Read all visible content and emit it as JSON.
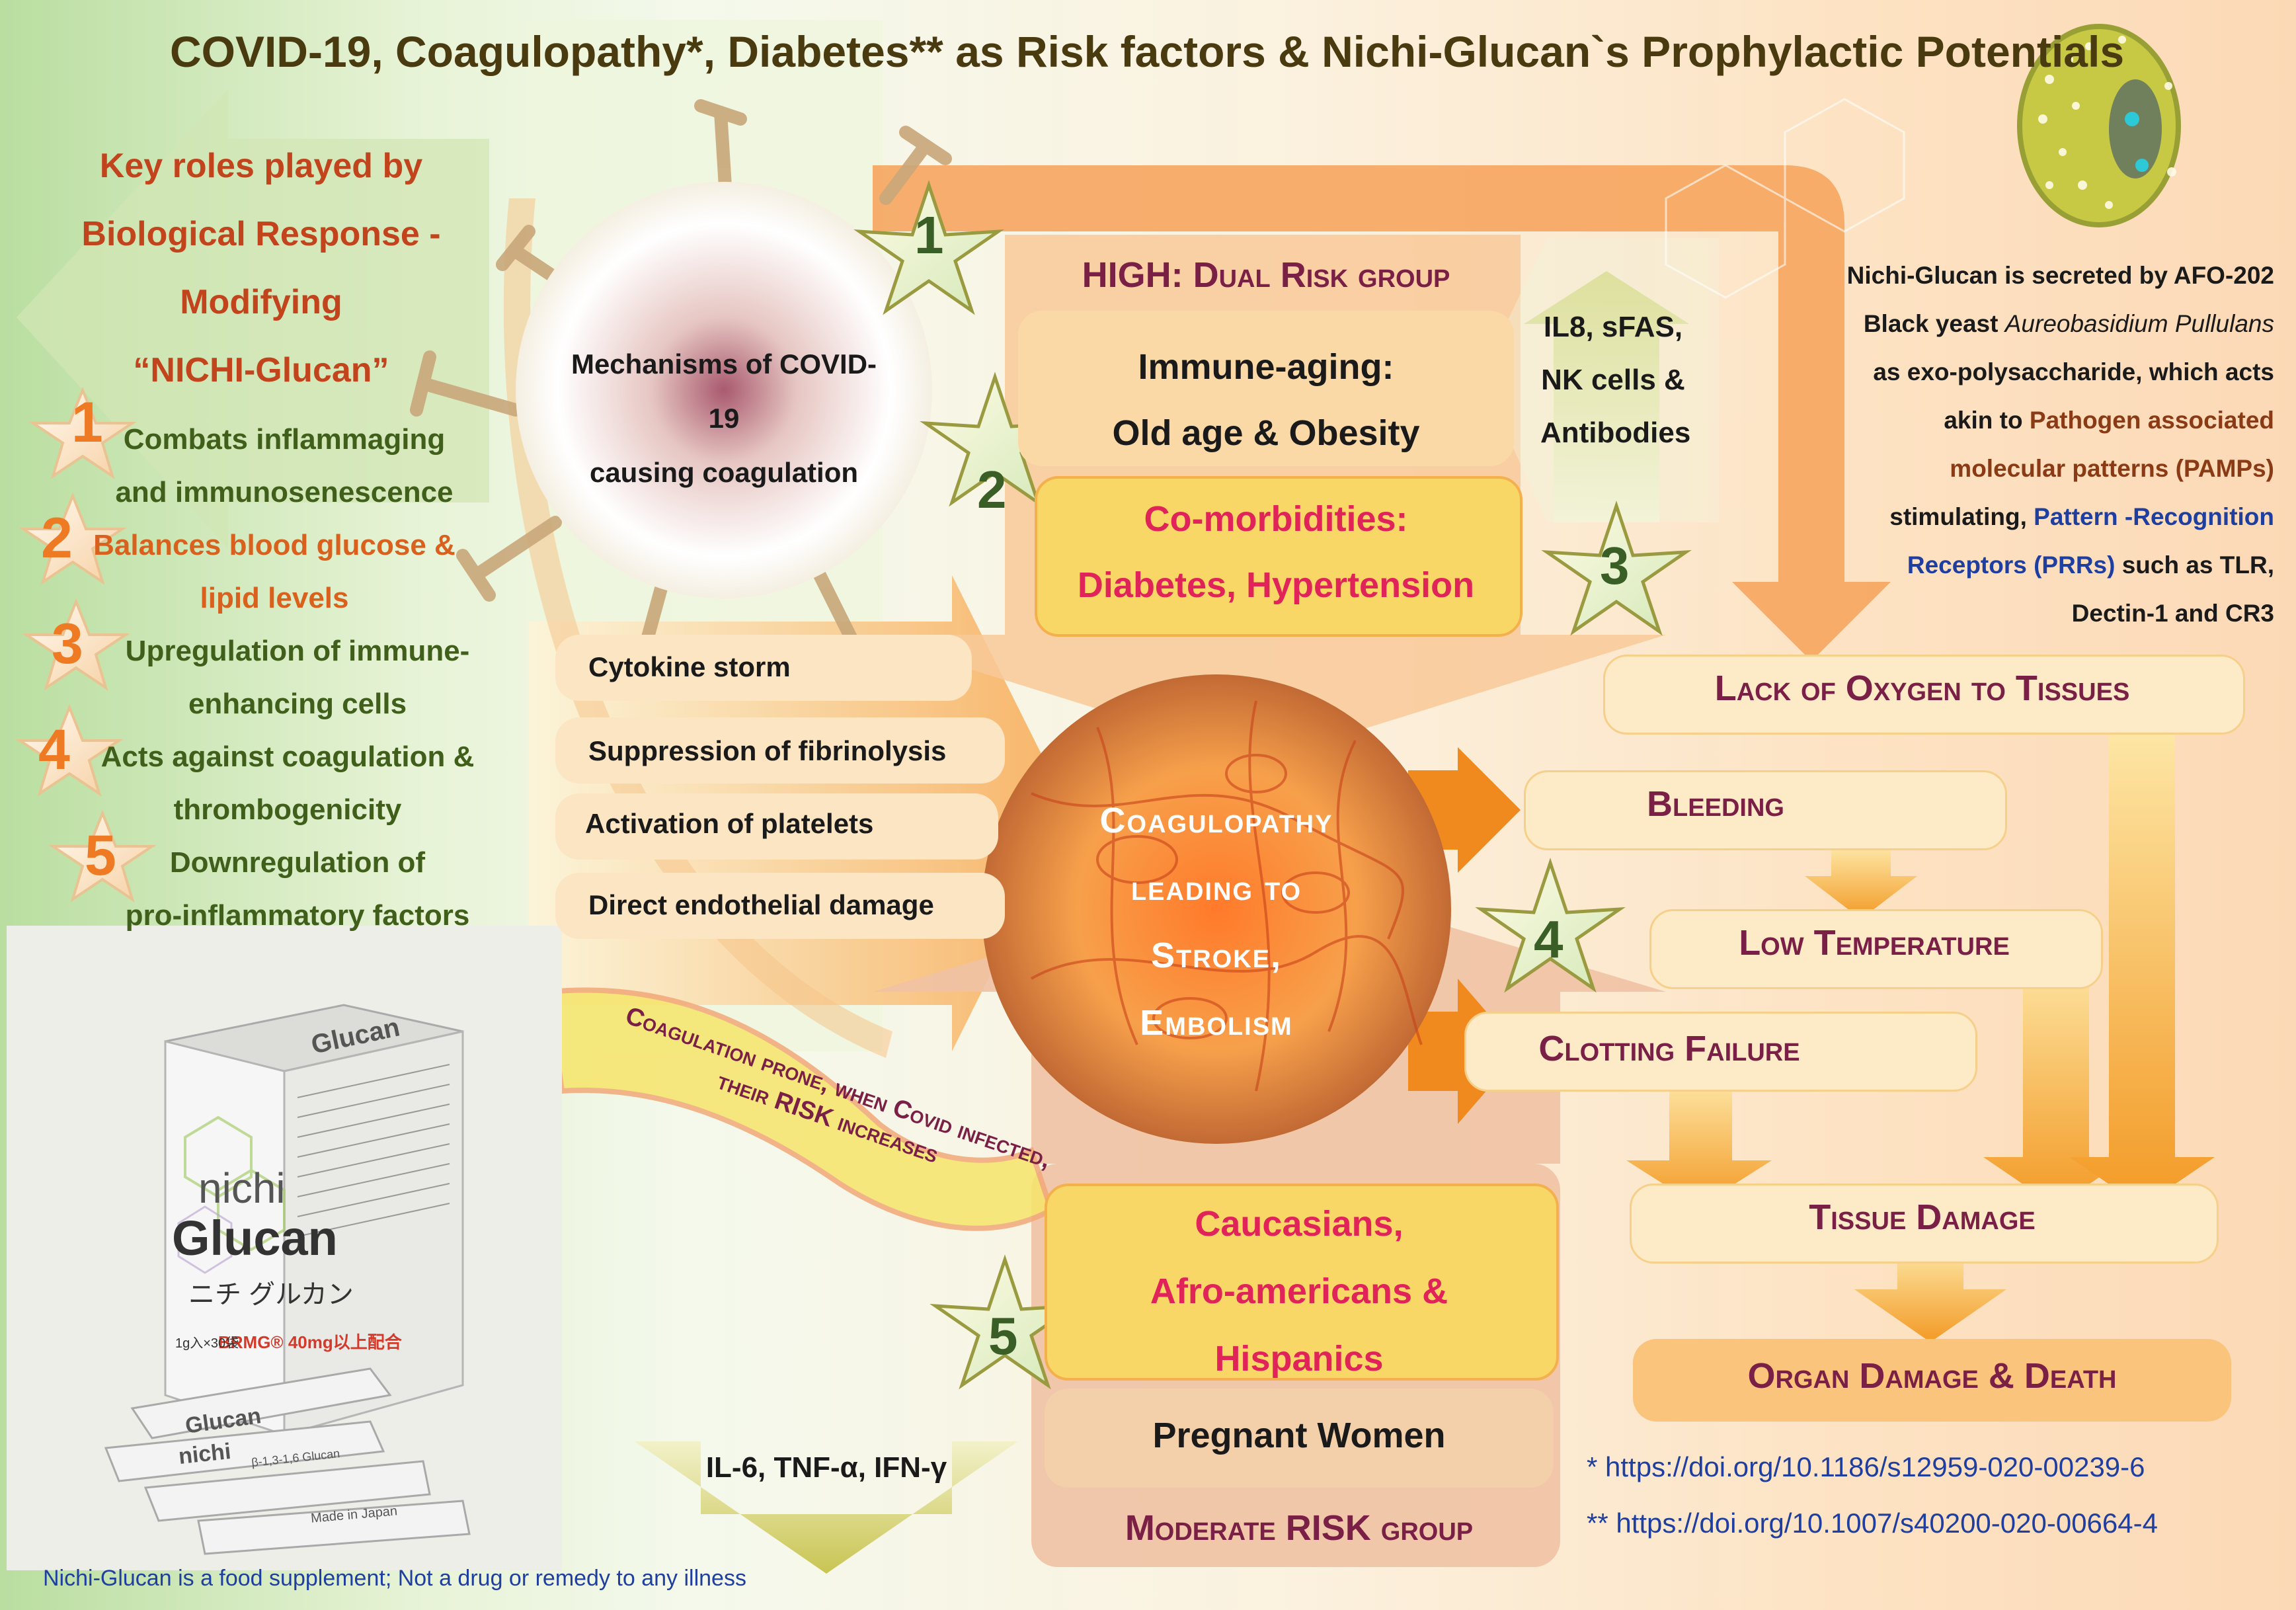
{
  "title": "COVID-19, Coagulopathy*, Diabetes** as Risk factors & Nichi-Glucan`s Prophylactic Potentials",
  "key_roles": {
    "heading": [
      "Key roles played by",
      "Biological Response -",
      "Modifying",
      "“NICHI-Glucan”"
    ],
    "items": [
      {
        "number": "1",
        "lines": [
          "Combats inflammaging",
          "and immunosenescence"
        ]
      },
      {
        "number": "2",
        "lines": [
          "Balances blood glucose &",
          "lipid levels"
        ]
      },
      {
        "number": "3",
        "lines": [
          "Upregulation of immune-",
          "enhancing cells"
        ]
      },
      {
        "number": "4",
        "lines": [
          "Acts against coagulation &",
          "thrombogenicity"
        ]
      },
      {
        "number": "5",
        "lines": [
          "Downregulation of",
          "pro-inflammatory factors"
        ]
      }
    ]
  },
  "virus": {
    "lines": [
      "Mechanisms of COVID-19",
      "causing coagulation"
    ]
  },
  "stars": [
    "1",
    "2",
    "3",
    "4",
    "5"
  ],
  "high_risk": {
    "heading": "HIGH: Dual Risk group",
    "aging": [
      "Immune-aging:",
      "Old age & Obesity"
    ],
    "comorbid": [
      "Co-morbidities:",
      "Diabetes, Hypertension"
    ]
  },
  "immune_markers": [
    "IL8, sFAS,",
    "NK cells &",
    "Antibodies"
  ],
  "nichi_info": {
    "l1": "Nichi-Glucan is secreted by AFO-202",
    "l2a": "Black yeast ",
    "l2b": "Aureobasidium Pullulans",
    "l3": "as exo-polysaccharide, which acts",
    "l4a": "akin to ",
    "l4b": "Pathogen associated",
    "l5": "molecular patterns (PAMPs)",
    "l6a": "stimulating, ",
    "l6b": "Pattern -Recognition",
    "l7a": "Receptors  (PRRs)",
    "l7b": " such as TLR,",
    "l8": "Dectin-1 and CR3"
  },
  "mechanisms": [
    "Cytokine storm",
    "Suppression of fibrinolysis",
    "Activation of platelets",
    "Direct endothelial damage"
  ],
  "coagulopathy": [
    "Coagulopathy",
    "leading to",
    "Stroke,",
    "Embolism"
  ],
  "outcomes": {
    "lack_oxygen": "Lack of Oxygen to Tissues",
    "bleeding": "Bleeding",
    "low_temp": "Low Temperature",
    "clotting": "Clotting Failure",
    "tissue": "Tissue Damage",
    "organ": "Organ Damage  &  Death"
  },
  "curved_text": "Coagulation prone, when Covid infected, their RISK increases",
  "moderate_risk": {
    "groups": [
      "Caucasians,",
      "Afro-americans &",
      "Hispanics"
    ],
    "pregnant": "Pregnant Women",
    "heading": "Moderate RISK group"
  },
  "cytokines": "IL-6, TNF-α, IFN-γ",
  "product": {
    "brand_top": "nichi",
    "brand_main": "Glucan",
    "katakana": "ニチ グルカン",
    "box_top": "Glucan",
    "dose": "BRMG® 40mg以上配合",
    "count": "1g入×30袋",
    "sachet_line1": "β-1,3-1,6 Glucan",
    "sachet_line2": "Made in Japan"
  },
  "refs": [
    "* https://doi.org/10.1186/s12959-020-00239-6",
    "** https://doi.org/10.1007/s40200-020-00664-4"
  ],
  "disclaimer": "Nichi-Glucan is a food supplement; Not a drug or remedy to any illness",
  "colors": {
    "title": "#4a3a10",
    "maroon": "#7a1f45",
    "pink": "#e0245a",
    "green": "#3f5f1a",
    "orange": "#ee7a23",
    "blue": "#1e3fa0",
    "brown": "#8a3a14"
  }
}
